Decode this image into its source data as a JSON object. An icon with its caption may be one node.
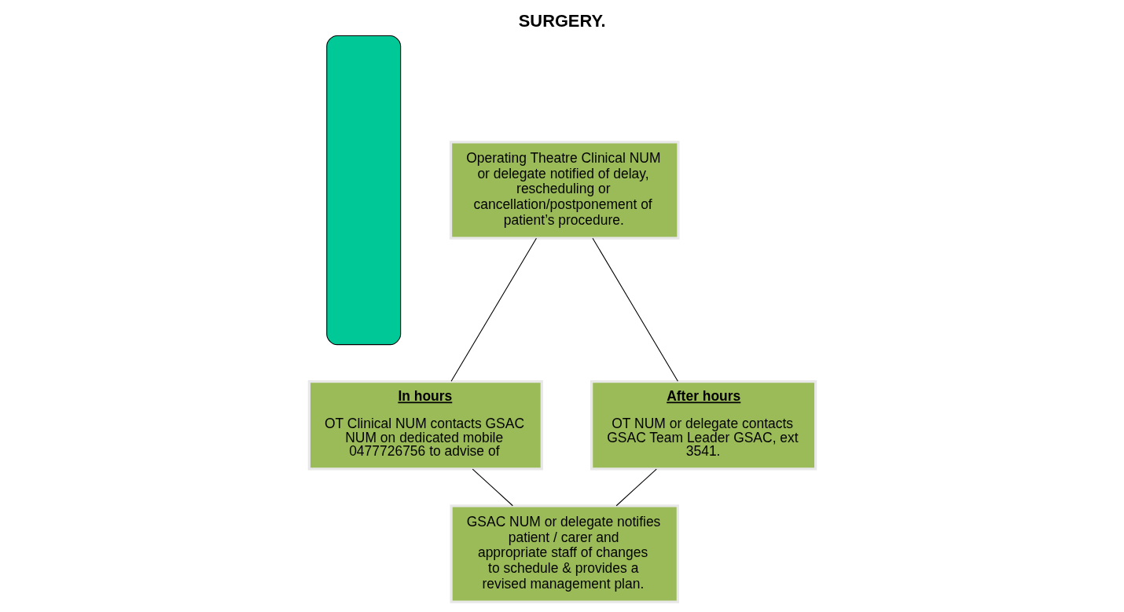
{
  "diagram": {
    "title": "SURGERY.",
    "nodes": [
      {
        "text": [],
        "shape": "box"
      },
      {
        "text": [
          "Operating Theatre Clinical NUM or delegate notified of delay, rescheduling or cancellation/postponement of patient’s procedure."
        ]
      },
      {
        "text": [
          "In hours",
          "OT Clinical NUM contacts GSAC NUM on dedicated mobile 0477726756 to advise of"
        ]
      },
      {
        "text": [
          "After hours",
          "OT NUM or delegate contacts GSAC Team Leader GSAC, ext 3541."
        ]
      },
      {
        "text": [
          "GSAC NUM or delegate notifies patient / carer and appropriate staff of changes to schedule & provides a revised management plan."
        ]
      }
    ],
    "edges": [
      {
        "from": 1,
        "to": 2,
        "arrow": "none"
      },
      {
        "from": 1,
        "to": 3,
        "arrow": "none"
      },
      {
        "from": 2,
        "to": 4,
        "arrow": "none"
      },
      {
        "from": 3,
        "to": 4,
        "arrow": "none"
      }
    ]
  }
}
